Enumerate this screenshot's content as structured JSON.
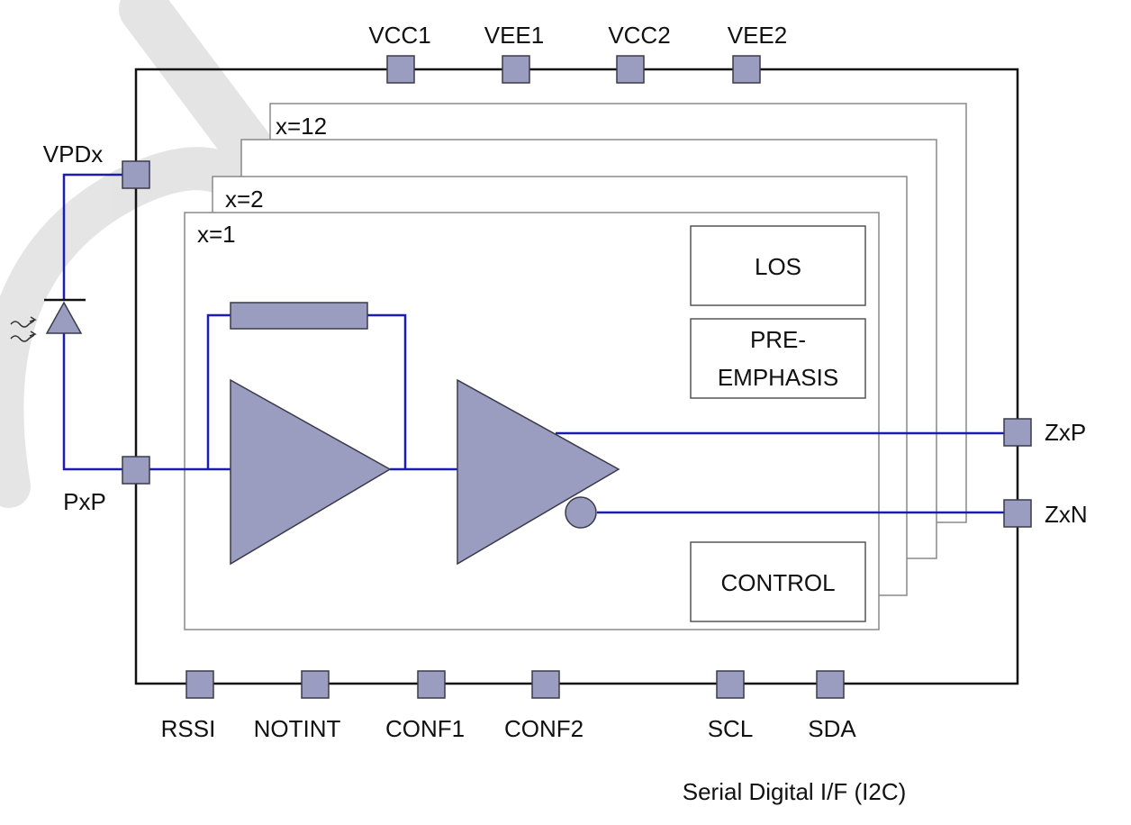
{
  "colors": {
    "pad_fill": "#9a9cc0",
    "pad_stroke": "#3a3a4a",
    "wire": "#1c1cb4",
    "chip_outline": "#111111",
    "channel_outline": "#888888",
    "amp_fill": "#9a9cc0",
    "watermark": "#dcdcdc"
  },
  "top_pins": [
    "VCC1",
    "VEE1",
    "VCC2",
    "VEE2"
  ],
  "bottom_pins": [
    "RSSI",
    "NOTINT",
    "CONF1",
    "CONF2",
    "SCL",
    "SDA"
  ],
  "left_pins": {
    "vpd": "VPDx",
    "pxp": "PxP"
  },
  "right_pins": {
    "zxp": "ZxP",
    "zxn": "ZxN"
  },
  "channels": {
    "front": "x=1",
    "second": "x=2",
    "back": "x=12"
  },
  "blocks": {
    "los": "LOS",
    "preemphasis_line1": "PRE-",
    "preemphasis_line2": "EMPHASIS",
    "control": "CONTROL"
  },
  "footer": "Serial Digital I/F (I2C)",
  "icons": [
    "photodiode-icon",
    "light-arrows-icon",
    "transimpedance-amplifier-icon",
    "limiting-amplifier-icon",
    "feedback-resistor-icon",
    "inverting-bubble-icon"
  ]
}
